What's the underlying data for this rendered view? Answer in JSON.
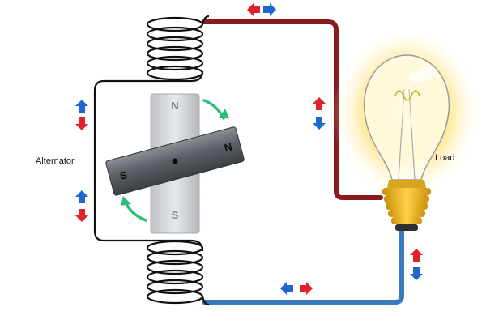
{
  "labels": {
    "alternator": "Alternator",
    "load": "Load"
  },
  "magnet": {
    "stator_top_pole": "N",
    "stator_bottom_pole": "S",
    "rotor_left_pole": "S",
    "rotor_right_pole": "N"
  },
  "colors": {
    "top_wire": "#8b1a1a",
    "bottom_wire": "#3a7bbf",
    "coil": "#111111",
    "arrow_red": "#e0222b",
    "arrow_blue": "#1f66d1",
    "rotation_arrow": "#2bbf7a",
    "bulb_glow": "#ffd84a",
    "bulb_base": "#e8b21a"
  },
  "icons": [
    "coil-icon",
    "magnet-icon",
    "rotation-arrow-icon",
    "current-arrow-icon",
    "light-bulb-icon"
  ]
}
